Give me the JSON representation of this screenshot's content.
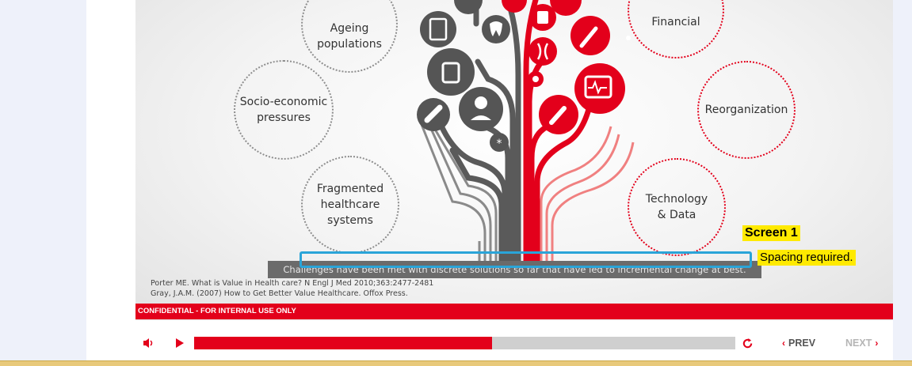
{
  "slide": {
    "bubbles": {
      "ageing": "Ageing\npopulations",
      "socio": "Socio-economic\npressures",
      "fragmented": "Fragmented\nhealthcare\nsystems",
      "financial": "Financial",
      "reorganization": "Reorganization",
      "technology": "Technology\n& Data"
    },
    "caption": "Challenges have been met with discrete solutions so far that have led to incremental change at best.",
    "references": [
      "Porter ME. What is Value in Health care? N Engl J Med 2010;363:2477-2481",
      "Gray, J.A.M. (2007) How to Get Better Value Healthcare. Offox Press."
    ],
    "confidential": "CONFIDENTIAL - FOR INTERNAL USE ONLY"
  },
  "annotations": {
    "screen_label": "Screen 1",
    "note": "Spacing required."
  },
  "player": {
    "prev_label": "PREV",
    "next_label": "NEXT",
    "progress_fraction": 0.55
  },
  "icons": {
    "mute": "speaker-icon",
    "play": "play-icon",
    "replay": "replay-icon",
    "prev": "chevron-left-icon",
    "next": "chevron-right-icon"
  },
  "colors": {
    "brand_red": "#e3001b",
    "annotation_blue": "#2aa4d8",
    "highlight_yellow": "#ffea00",
    "next_disabled": "#b5b5b5",
    "prev_active": "#555555"
  }
}
